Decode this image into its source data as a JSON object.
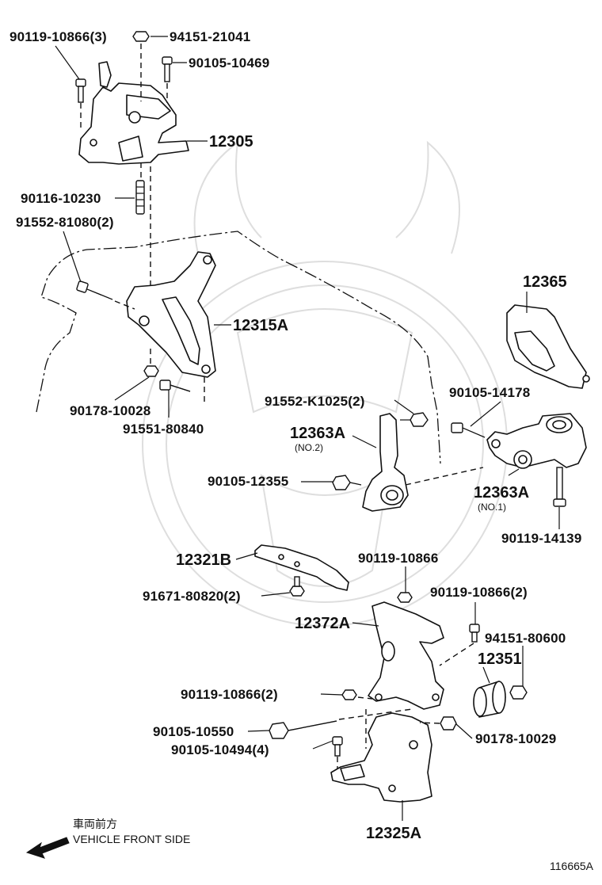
{
  "labels": {
    "p90119_10866_3": "90119-10866(3)",
    "p94151_21041": "94151-21041",
    "p90105_10469": "90105-10469",
    "p12305": "12305",
    "p90116_10230": "90116-10230",
    "p91552_81080_2": "91552-81080(2)",
    "p12315A": "12315A",
    "p90178_10028": "90178-10028",
    "p91551_80840": "91551-80840",
    "p12365": "12365",
    "p91552_K1025_2": "91552-K1025(2)",
    "p90105_14178": "90105-14178",
    "p12363A_no2": "12363A",
    "no2": "(NO.2)",
    "p90105_12355": "90105-12355",
    "p12363A_no1": "12363A",
    "no1": "(NO.1)",
    "p90119_14139": "90119-14139",
    "p12321B": "12321B",
    "p90119_10866": "90119-10866",
    "p91671_80820_2": "91671-80820(2)",
    "p90119_10866_2a": "90119-10866(2)",
    "p12372A": "12372A",
    "p94151_80600": "94151-80600",
    "p12351": "12351",
    "p90119_10866_2b": "90119-10866(2)",
    "p90105_10550": "90105-10550",
    "p90178_10029": "90178-10029",
    "p90105_10494_4": "90105-10494(4)",
    "p12325A": "12325A"
  },
  "direction": {
    "jp": "車両前方",
    "en": "VEHICLE FRONT SIDE"
  },
  "figure_id": "116665A"
}
